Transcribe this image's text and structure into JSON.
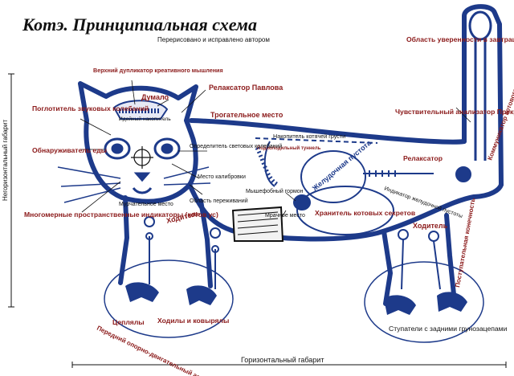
{
  "title": "Котэ. Принципиальная схема",
  "subtitle": "Перерисовано и исправлено автором",
  "colors": {
    "body": "#1d3a8a",
    "label": "#8b1a1a",
    "background": "#ffffff",
    "ink": "#111111"
  },
  "labels": {
    "duplicator": "Верхний дупликатор креативного мышления",
    "dumalo": "Думало",
    "idea_store": "Идейный накопитель",
    "relax_pavlov": "Релаксатор Павлова",
    "sound_absorber": "Поглотитель звуковых колебаний",
    "food_detector": "Обнаруживатель еды",
    "touchy_place": "Трогательное место",
    "sadness_store": "Накопитель котячей грусти",
    "insulator": "Подхолодильный туннель",
    "confidence": "Область уверенности в завтрашнем дне",
    "sensitive_analyzer": "Чувствительный анализатор Прекрасного",
    "relaxator": "Релаксатор",
    "prestige_switch": "Коммуникатор котового престижа",
    "light_detector": "Определитель световых колебаний",
    "calibration": "Место калибровки",
    "feelings_zone": "Область переживаний",
    "mouse_hormone": "Мышефобный гормон",
    "stomach_void": "Желудочная пустота",
    "stomach_indicator": "Индикатор желудочной пустоты",
    "purr_place": "Мурчательное место",
    "walker_front": "Ходитель",
    "dark_place": "Мрачное место",
    "secret_keeper": "Хранитель котовых секретов",
    "walker_back": "Ходитель",
    "indicators": "Многомерные пространственные индикаторы (котов ус)",
    "grabbers": "Цеплялы",
    "walkers": "Ходилы и ковырялы",
    "front_apparatus": "Передний опорно-двигательный аппарат",
    "back_end": "Поступательная конечность",
    "rear_steppers": "Ступатели с задними грунозацепами",
    "vertical_gabarit": "Негоризонтальный габарит",
    "horizontal_gabarit": "Горизонтальный габарит"
  }
}
